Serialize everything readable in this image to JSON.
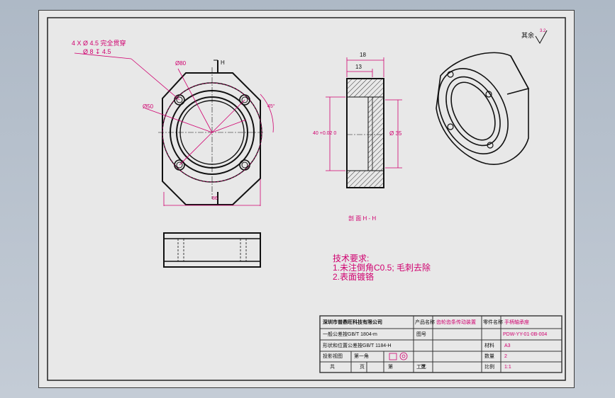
{
  "roughness": {
    "label": "其余",
    "value": "3.2"
  },
  "hole_note": {
    "line1": "4 X   Ø 4.5 完全贯穿",
    "line2": "Ø 8  ↧ 4.5"
  },
  "front_view": {
    "dims": {
      "d80": "Ø80",
      "d50": "Ø50",
      "deg45": "45°",
      "width": "86"
    },
    "section_mark": "H"
  },
  "section_view": {
    "dims": {
      "d18": "18",
      "d13": "13",
      "d35": "Ø 35",
      "d40": "40 +0.02 0"
    },
    "caption": "剖 面 H - H"
  },
  "notes": {
    "title": "技术要求:",
    "line1": "1.未注倒角C0.5; 毛刺去除",
    "line2": "2.表面镀铬"
  },
  "title_block": {
    "company": "深圳市普鼎旺科技有限公司",
    "product_name_label": "产品名称",
    "product_name": "齿轮齿条传动装置",
    "part_name_label": "零件名称",
    "part_name": "手柄轴承座",
    "tol_label": "一般公差按GB/T 1804-m",
    "drawing_no_label": "图号",
    "drawing_no": "PDW-YY-01-0B-004",
    "geo_tol_label": "形状和位置公差按GB/T 1184-H",
    "material_label": "材料",
    "material": "A3",
    "projection_label": "投影视图",
    "first_angle": "第一角",
    "qty_label": "数量",
    "qty": "2",
    "total_label": "共",
    "page_label": "页",
    "sheet_label": "第",
    "sheet_page_label": "页",
    "process_label": "工艺",
    "scale_label": "比例",
    "scale": "1:1"
  }
}
